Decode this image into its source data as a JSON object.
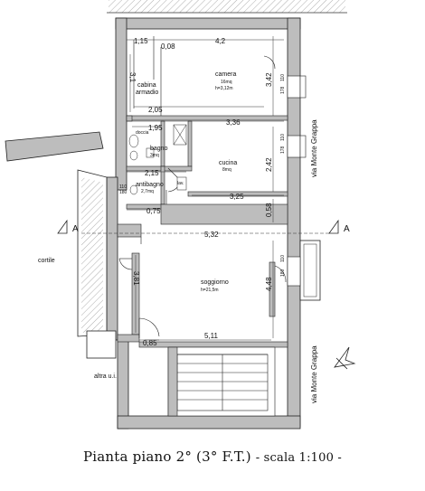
{
  "plan": {
    "caption": "Pianta piano 2° (3° F.T.)",
    "caption_scale": "- scala 1:100 -",
    "rooms": {
      "camera": {
        "name": "camera",
        "area": "16mq",
        "height": "h=3,12m"
      },
      "cabina": {
        "name_line1": "cabina",
        "name_line2": "armadio"
      },
      "bagno": {
        "name": "bagno",
        "area": "3mq"
      },
      "cucina": {
        "name": "cucina",
        "area": "8mq"
      },
      "antibagno": {
        "name": "antibagno",
        "area": "2,7mq"
      },
      "soggiorno": {
        "name": "soggiorno",
        "area": "h=21,5m"
      }
    },
    "labels": {
      "cortile": "cortile",
      "altra": "altra u.i.",
      "street_upper": "via Monte Grappa",
      "street_lower": "via Monte Grappa",
      "section_left": "A",
      "section_right": "A"
    },
    "dims": {
      "d_115": "1,15",
      "d_008": "0,08",
      "d_42": "4,2",
      "d_31": "3,1",
      "d_342": "3,42",
      "d_205": "2,05",
      "d_336": "3,36",
      "d_195": "1,95",
      "d_242": "2,42",
      "d_215": "2,15",
      "d_325": "3,25",
      "d_075": "0,75",
      "d_058": "0,58",
      "d_532": "5,32",
      "d_381": "3,81",
      "d_448": "4,48",
      "d_511": "5,11",
      "d_085": "0,85"
    },
    "window_tags": {
      "w1a": "110",
      "w1b": "178",
      "w2a": "110",
      "w2b": "178",
      "w3a": "110",
      "w3b": "180",
      "w4a": "110",
      "w4b": "180"
    },
    "fixtures": {
      "doccia": "doccia",
      "lavatoio": "lav."
    }
  }
}
